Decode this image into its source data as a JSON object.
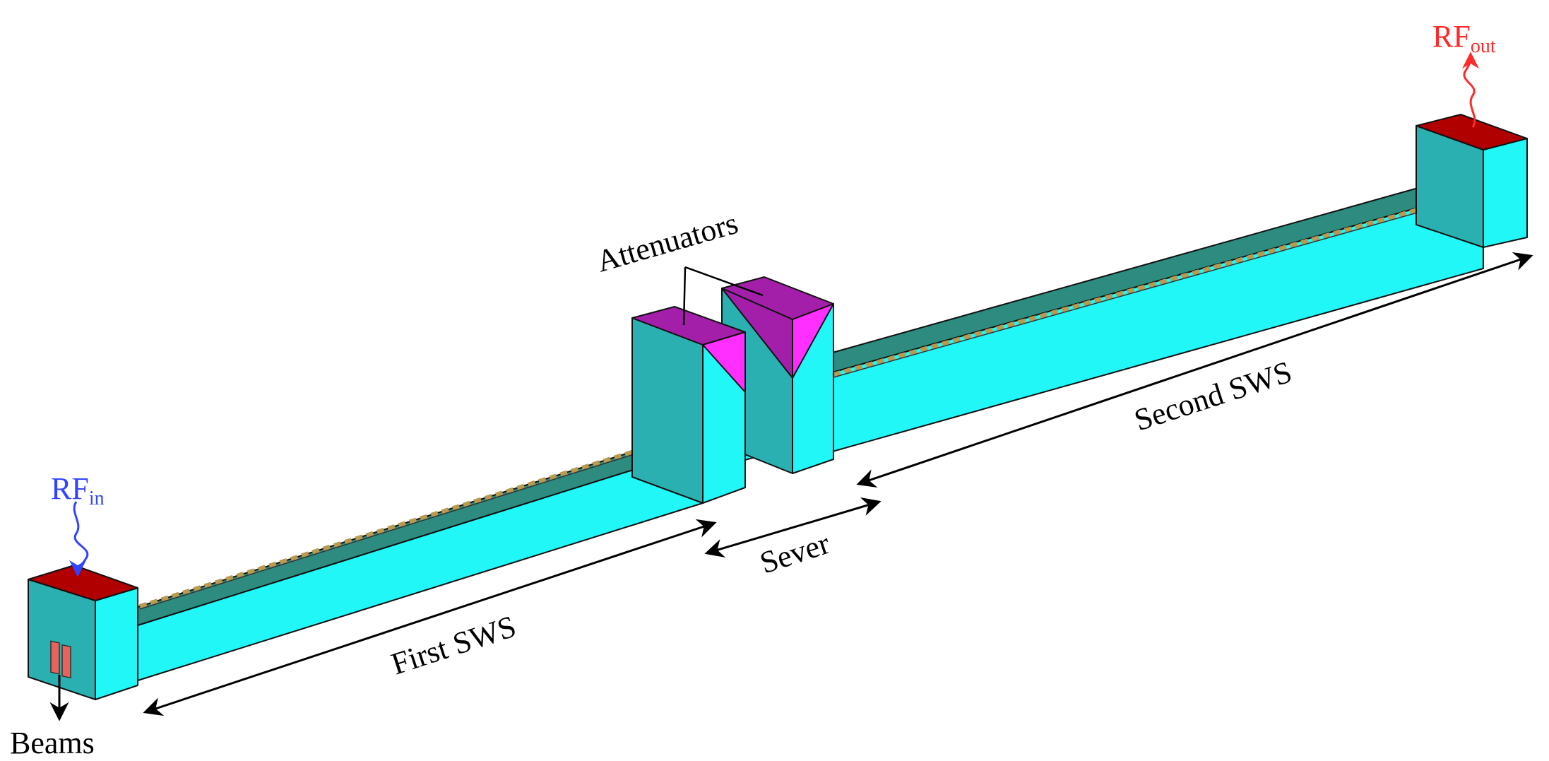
{
  "labels": {
    "rf_in_main": "RF",
    "rf_in_sub": "in",
    "rf_out_main": "RF",
    "rf_out_sub": "out",
    "attenuators": "Attenuators",
    "sever": "Sever",
    "first_sws": "First SWS",
    "second_sws": "Second SWS",
    "beams": "Beams"
  },
  "colors": {
    "waveguide_front": "#22f7f7",
    "waveguide_side": "#2ab0b0",
    "waveguide_top": "#2e8b80",
    "port_cap": "#b00000",
    "attenuator_top": "#a31faa",
    "attenuator_face": "#ff30ff",
    "rf_in_signal": "#3344ff",
    "rf_out_signal": "#ff2a2a",
    "beam_marker": "#e8645a",
    "grating": "#b89a50"
  },
  "icons": [
    "rf-in-wave-icon",
    "rf-out-wave-icon",
    "beam-arrow-icon",
    "dimension-arrow-icon"
  ]
}
